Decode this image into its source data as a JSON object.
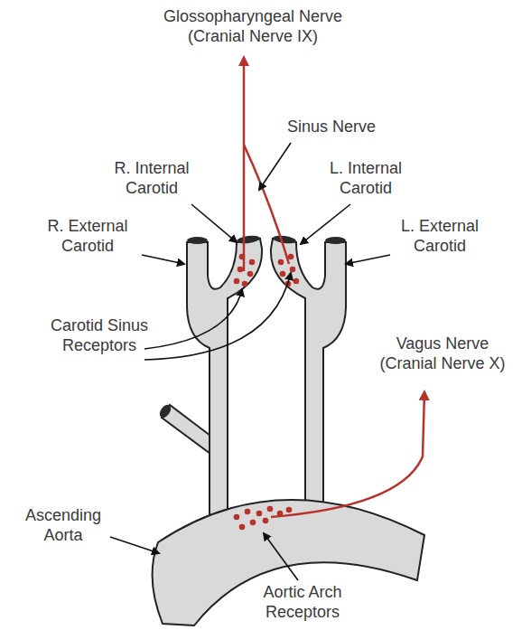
{
  "diagram": {
    "labels": [
      "Glossopharyngeal Nerve (Cranial Nerve IX)",
      "Sinus Nerve",
      "R. Internal Carotid",
      "L. Internal Carotid",
      "R. External Carotid",
      "L. External Carotid",
      "Carotid Sinus Receptors",
      "Vagus Nerve (Cranial Nerve X)",
      "Ascending Aorta",
      "Aortic Arch Receptors"
    ]
  }
}
